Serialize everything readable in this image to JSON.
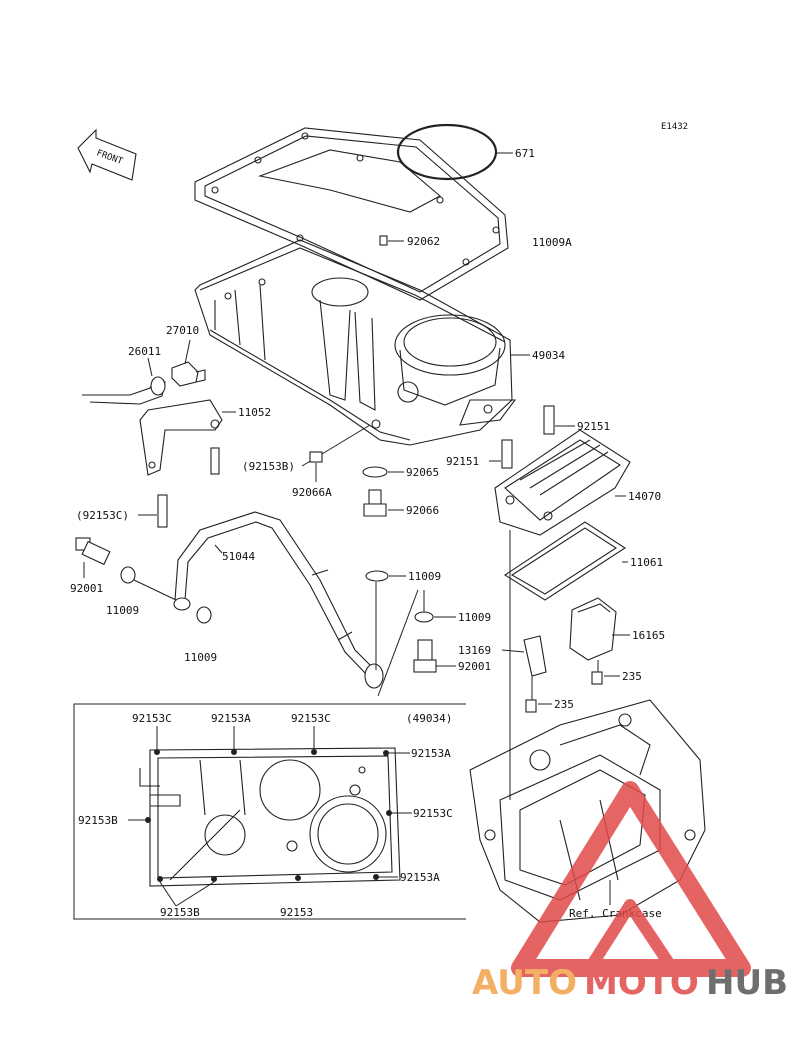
{
  "diagram": {
    "code": "E1432",
    "front_label": "FRONT",
    "ref_note": "Ref. Crankcase",
    "inset_title": "(49034)",
    "parts": [
      "671",
      "11009A",
      "92062",
      "49034",
      "27010",
      "26011",
      "11052",
      "(92153B)",
      "92066A",
      "92065",
      "92066",
      "92151",
      "92151",
      "14070",
      "(92153C)",
      "51044",
      "92001",
      "11009",
      "11009",
      "11009",
      "11009",
      "11061",
      "16165",
      "13169",
      "92001",
      "235",
      "235"
    ],
    "inset_labels": [
      "92153C",
      "92153A",
      "92153C",
      "92153A",
      "92153B",
      "92153C",
      "92153A",
      "92153B",
      "92153"
    ]
  },
  "watermark": {
    "text_part1": "AUTO",
    "text_part2": "MOTO",
    "text_part3": "HUB",
    "colors": {
      "orange": "#f2a24a",
      "red": "#e04a4a",
      "gray": "#555555"
    }
  }
}
